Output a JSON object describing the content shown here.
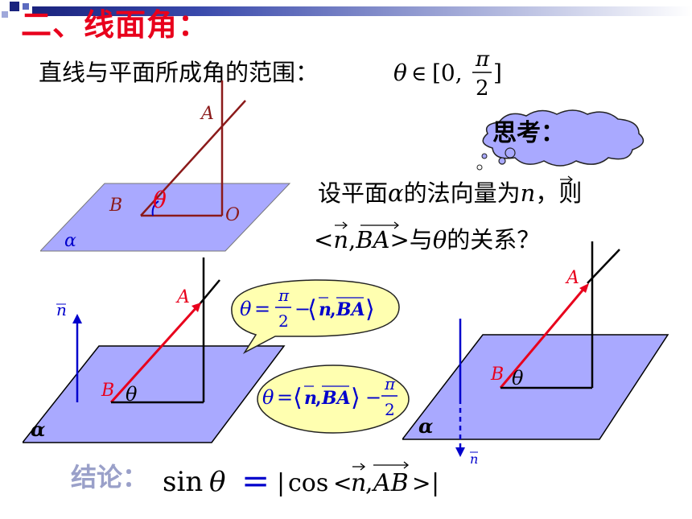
{
  "header": {
    "title": "二、线面角："
  },
  "range": {
    "text": "直线与平面所成角的范围：",
    "theta": "θ",
    "in_symbol": "∈",
    "interval_open": "[0,",
    "pi": "π",
    "denominator": "2",
    "interval_close": "]"
  },
  "thought_cloud": {
    "label": "思考："
  },
  "question": {
    "line1_pre": "设平面",
    "alpha": "α",
    "line1_mid": "的法向量为",
    "n": "n",
    "line1_post": "，则",
    "line2_lt": "<",
    "line2_n": "n",
    "line2_comma": ",",
    "line2_BA": "BA",
    "line2_gt": ">",
    "line2_mid": "与",
    "line2_theta": "θ",
    "line2_post": "的关系？"
  },
  "fig_top": {
    "A": "A",
    "B": "B",
    "O": "O",
    "theta": "θ",
    "alpha": "α"
  },
  "fig_left": {
    "n": "n",
    "A": "A",
    "B": "B",
    "theta": "θ",
    "alpha": "α"
  },
  "fig_right": {
    "n": "n",
    "A": "A",
    "B": "B",
    "theta": "θ",
    "alpha": "α"
  },
  "callout1": {
    "theta": "θ",
    "eq": "=",
    "pi": "π",
    "den": "2",
    "minus": "−",
    "langle": "⟨",
    "n": "n",
    "comma": ",",
    "BA": "BA",
    "rangle": "⟩"
  },
  "callout2": {
    "theta": "θ",
    "eq": "=",
    "langle": "⟨",
    "n": "n",
    "comma": ",",
    "BA": "BA",
    "rangle": "⟩",
    "minus": "−",
    "pi": "π",
    "den": "2"
  },
  "conclusion": {
    "label": "结论：",
    "sin": "sin",
    "theta": "θ",
    "eq": "=",
    "bar_open": "|",
    "cos": "cos",
    "lt": "<",
    "n": "n",
    "comma": ",",
    "AB": "AB",
    "gt": ">",
    "bar_close": "|"
  },
  "colors": {
    "title": "#e8001c",
    "plane": "#a9a9ff",
    "dark_red": "#8b1a1a",
    "red": "#e8001c",
    "blue": "#0000cc",
    "callout_fill": "#ffffb0",
    "cloud_fill": "#a9a9ff",
    "conclusion_label": "#9aa0c9"
  }
}
